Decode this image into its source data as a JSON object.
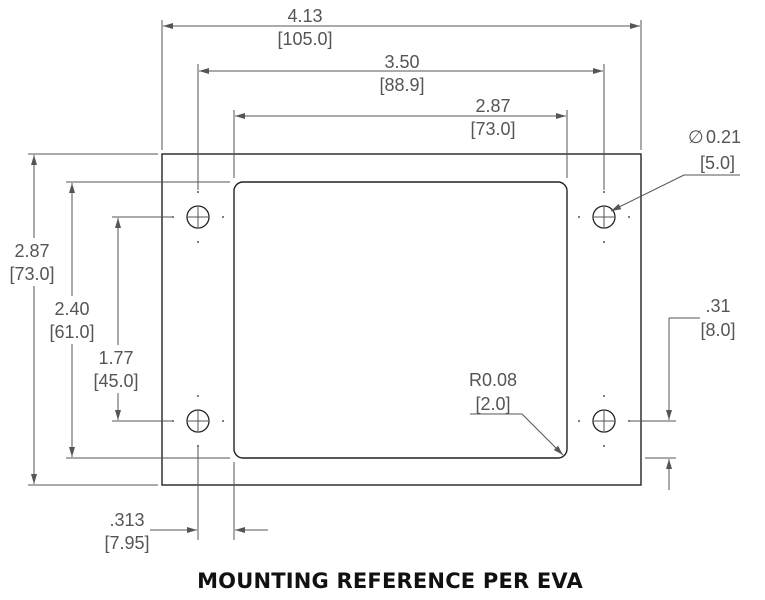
{
  "drawing": {
    "title": "MOUNTING REFERENCE PER EVA",
    "dimensions": {
      "overall_width": {
        "in": "4.13",
        "mm": "[105.0]"
      },
      "hole_spacing_x": {
        "in": "3.50",
        "mm": "[88.9]"
      },
      "opening_width": {
        "in": "2.87",
        "mm": "[73.0]"
      },
      "overall_height": {
        "in": "2.87",
        "mm": "[73.0]"
      },
      "opening_height": {
        "in": "2.40",
        "mm": "[61.0]"
      },
      "hole_spacing_y": {
        "in": "1.77",
        "mm": "[45.0]"
      },
      "hole_diameter": {
        "in": "0.21",
        "mm": "[5.0]",
        "symbol": "∅"
      },
      "hole_edge_offset": {
        "in": ".31",
        "mm": "[8.0]"
      },
      "corner_radius": {
        "in": "R0.08",
        "mm": "[2.0]"
      },
      "opening_offset": {
        "in": ".313",
        "mm": "[7.95]"
      }
    }
  }
}
